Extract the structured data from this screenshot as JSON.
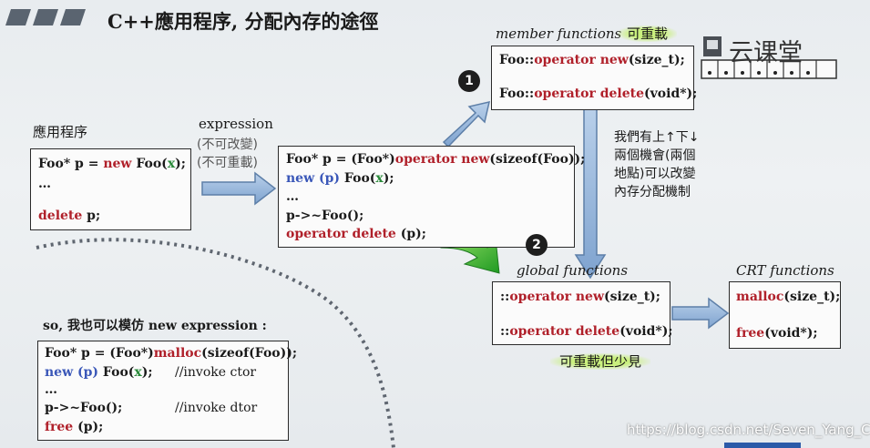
{
  "slide": {
    "title": "C++應用程序, 分配內存的途徑",
    "watermark": "https://blog.csdn.net/Seven_Yang_C",
    "logo_text": "云课堂"
  },
  "app_box": {
    "caption": "應用程序",
    "lines": [
      "Foo* p = ",
      "new",
      " Foo(",
      "x",
      ");",
      "…",
      "delete",
      " p;"
    ]
  },
  "expression_note": {
    "title": "expression",
    "line1": "(不可改變)",
    "line2": "(不可重載)"
  },
  "expand_box": {
    "l1a": "Foo* p = (Foo*)",
    "l1b": "operator new",
    "l1c": "(sizeof(Foo));",
    "l2a": "new (p)",
    "l2b": " Foo(",
    "l2c": "x",
    "l2d": ");",
    "l3": "…",
    "l4": "p->~Foo();",
    "l5a": "operator delete",
    "l5b": " (p);"
  },
  "member_box": {
    "caption": "member functions",
    "note": "可重載",
    "l1a": "Foo::",
    "l1b": "operator new",
    "l1c": "(size_t);",
    "l2a": "Foo::",
    "l2b": "operator delete",
    "l2c": "(void*);"
  },
  "side_note": {
    "l1": "我們有上↑下↓",
    "l2": "兩個機會(兩個",
    "l3": "地點)可以改變",
    "l4": "內存分配機制"
  },
  "global_box": {
    "caption": "global functions",
    "note": "可重載但少見",
    "l1a": "::",
    "l1b": "operator new",
    "l1c": "(size_t);",
    "l2a": "::",
    "l2b": "operator delete",
    "l2c": "(void*);"
  },
  "crt_box": {
    "caption": "CRT functions",
    "l1a": "malloc",
    "l1b": "(size_t);",
    "l2a": "free",
    "l2b": "(void*);"
  },
  "badges": {
    "one": "1",
    "two": "2"
  },
  "mimic": {
    "caption": "so, 我也可以模仿 new expression :",
    "l1a": "Foo* p = (Foo*)",
    "l1b": "malloc",
    "l1c": "(sizeof(Foo));",
    "l2a": "new (p)",
    "l2b": " Foo(",
    "l2c": "x",
    "l2d": ");",
    "l2e": "//invoke ctor",
    "l3": "…",
    "l4a": "p->~Foo();",
    "l4b": "//invoke dtor",
    "l5a": "free",
    "l5b": " (p);"
  },
  "colors": {
    "keyword_red": "#b0202a",
    "keyword_blue": "#3a57b8",
    "param_green": "#2a8a3a",
    "arrow_blue": "#8fb1d9",
    "arrow_green": "#37b52f",
    "highlight": "#c8f078"
  }
}
